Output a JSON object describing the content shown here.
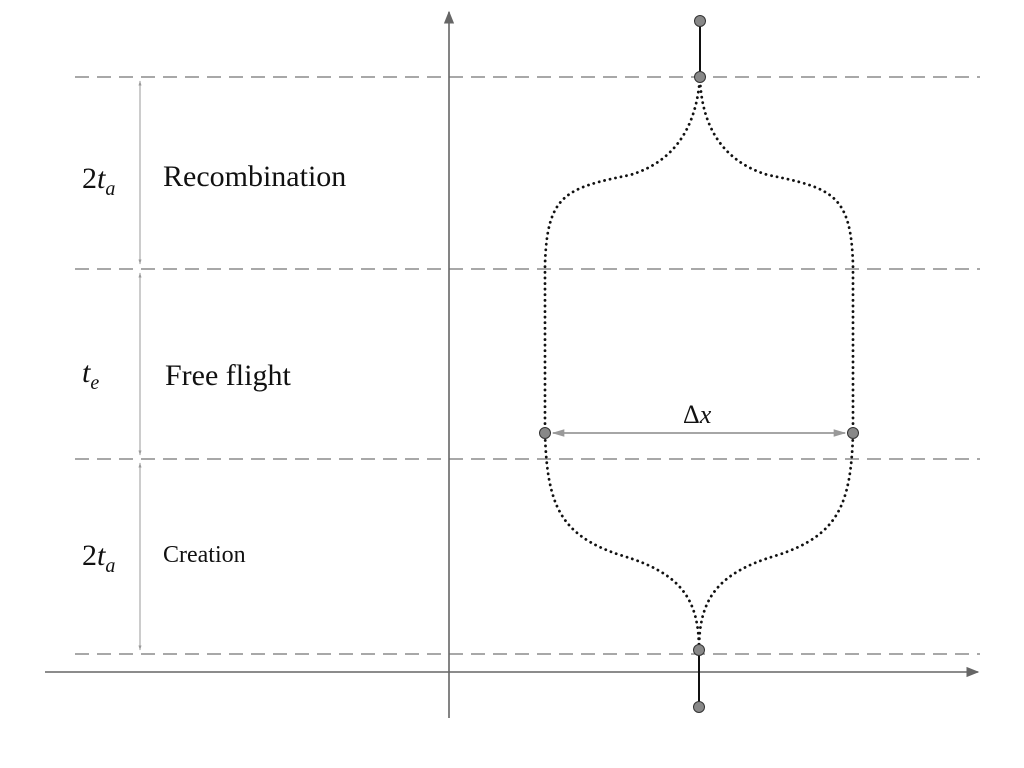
{
  "phases": [
    {
      "label": "Recombination",
      "duration_base": "2",
      "duration_var": "t",
      "duration_sub": "a"
    },
    {
      "label": "Free flight",
      "duration_base": "",
      "duration_var": "t",
      "duration_sub": "e"
    },
    {
      "label": "Creation",
      "duration_base": "2",
      "duration_var": "t",
      "duration_sub": "a"
    }
  ],
  "separation": {
    "delta": "Δ",
    "var": "x"
  },
  "colors": {
    "axis": "#666666",
    "guide": "#8c8c8c",
    "path": "#111111",
    "node_fill": "#888888",
    "node_stroke": "#333333",
    "arrow": "#999999"
  }
}
